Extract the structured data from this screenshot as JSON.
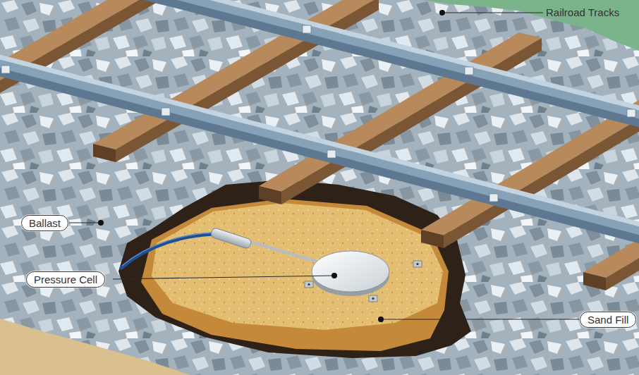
{
  "diagram": {
    "nodes": [
      {
        "text": [
          "Ballast"
        ]
      },
      {
        "text": [
          "Pressure Cell"
        ]
      },
      {
        "text": [
          "Sand Fill"
        ]
      }
    ],
    "labels": [
      "Railroad Tracks"
    ]
  }
}
